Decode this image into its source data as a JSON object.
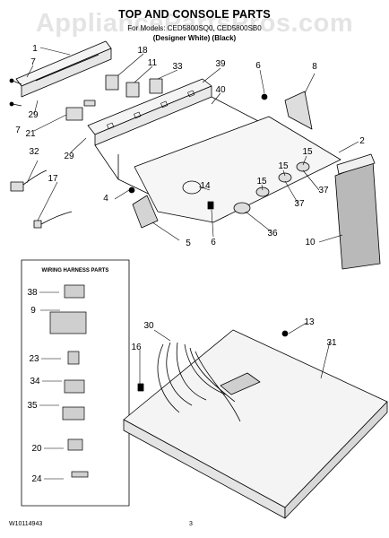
{
  "header": {
    "title": "TOP AND CONSOLE PARTS",
    "subtitle": "For Models: CED5800SQ0, CED5800SB0",
    "variants": "(Designer White)    (Black)",
    "watermark": "AppliancePartsPros.com"
  },
  "footer": {
    "document_number": "W10114943",
    "page_number": "3"
  },
  "inset": {
    "title": "WIRING HARNESS PARTS",
    "callouts": [
      "38",
      "9",
      "23",
      "34",
      "35",
      "20",
      "24"
    ]
  },
  "callouts": [
    "1",
    "7",
    "7",
    "29",
    "21",
    "29",
    "18",
    "11",
    "33",
    "39",
    "40",
    "6",
    "8",
    "2",
    "15",
    "15",
    "15",
    "37",
    "37",
    "36",
    "14",
    "6",
    "4",
    "5",
    "32",
    "17",
    "10",
    "13",
    "31",
    "30",
    "16"
  ],
  "colors": {
    "line": "#000000",
    "panel_fill": "#f4f4f4",
    "glass_fill": "#b9b9b9",
    "watermark": "#aaaaaa"
  }
}
